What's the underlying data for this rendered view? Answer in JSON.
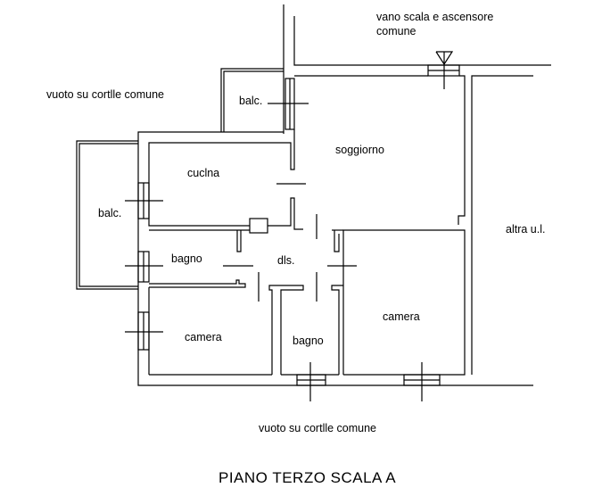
{
  "labels": {
    "stair": "vano scala e ascensore",
    "stair2": "comune",
    "courtyard_top": "vuoto su cortlle comune",
    "courtyard_bottom": "vuoto su cortlle comune",
    "balc_top": "balc.",
    "balc_left": "balc.",
    "soggiorno": "soggiorno",
    "cucina": "cuclna",
    "bagno_left": "bagno",
    "dis": "dls.",
    "camera_left": "camera",
    "bagno_mid": "bagno",
    "camera_right": "camera",
    "other_unit": "altra u.l."
  },
  "title": "PIANO TERZO SCALA A"
}
